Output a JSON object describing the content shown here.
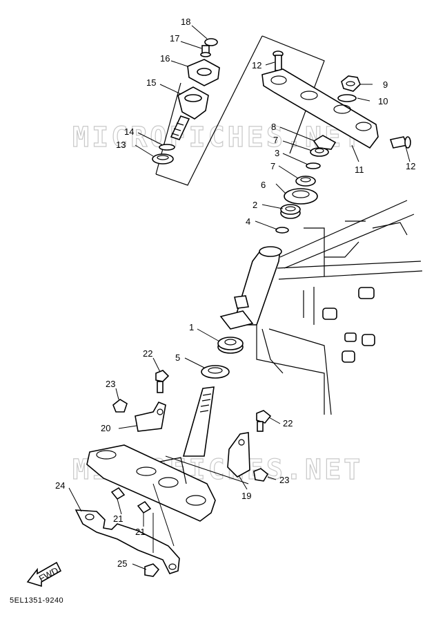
{
  "diagram_code": "5EL1351-9240",
  "watermark": "MICROFICHES.NET",
  "fwd_label": "FWD",
  "labels": {
    "p18": "18",
    "p17": "17",
    "p16": "16",
    "p15": "15",
    "p14": "14",
    "p13": "13",
    "p12a": "12",
    "p12b": "12",
    "p9": "9",
    "p10": "10",
    "p8": "8",
    "p7a": "7",
    "p3": "3",
    "p7b": "7",
    "p11": "11",
    "p6": "6",
    "p2": "2",
    "p4": "4",
    "p1": "1",
    "p5": "5",
    "p22a": "22",
    "p23a": "23",
    "p20": "20",
    "p22b": "22",
    "p23b": "23",
    "p19": "19",
    "p24": "24",
    "p21a": "21",
    "p21b": "21",
    "p25": "25"
  }
}
